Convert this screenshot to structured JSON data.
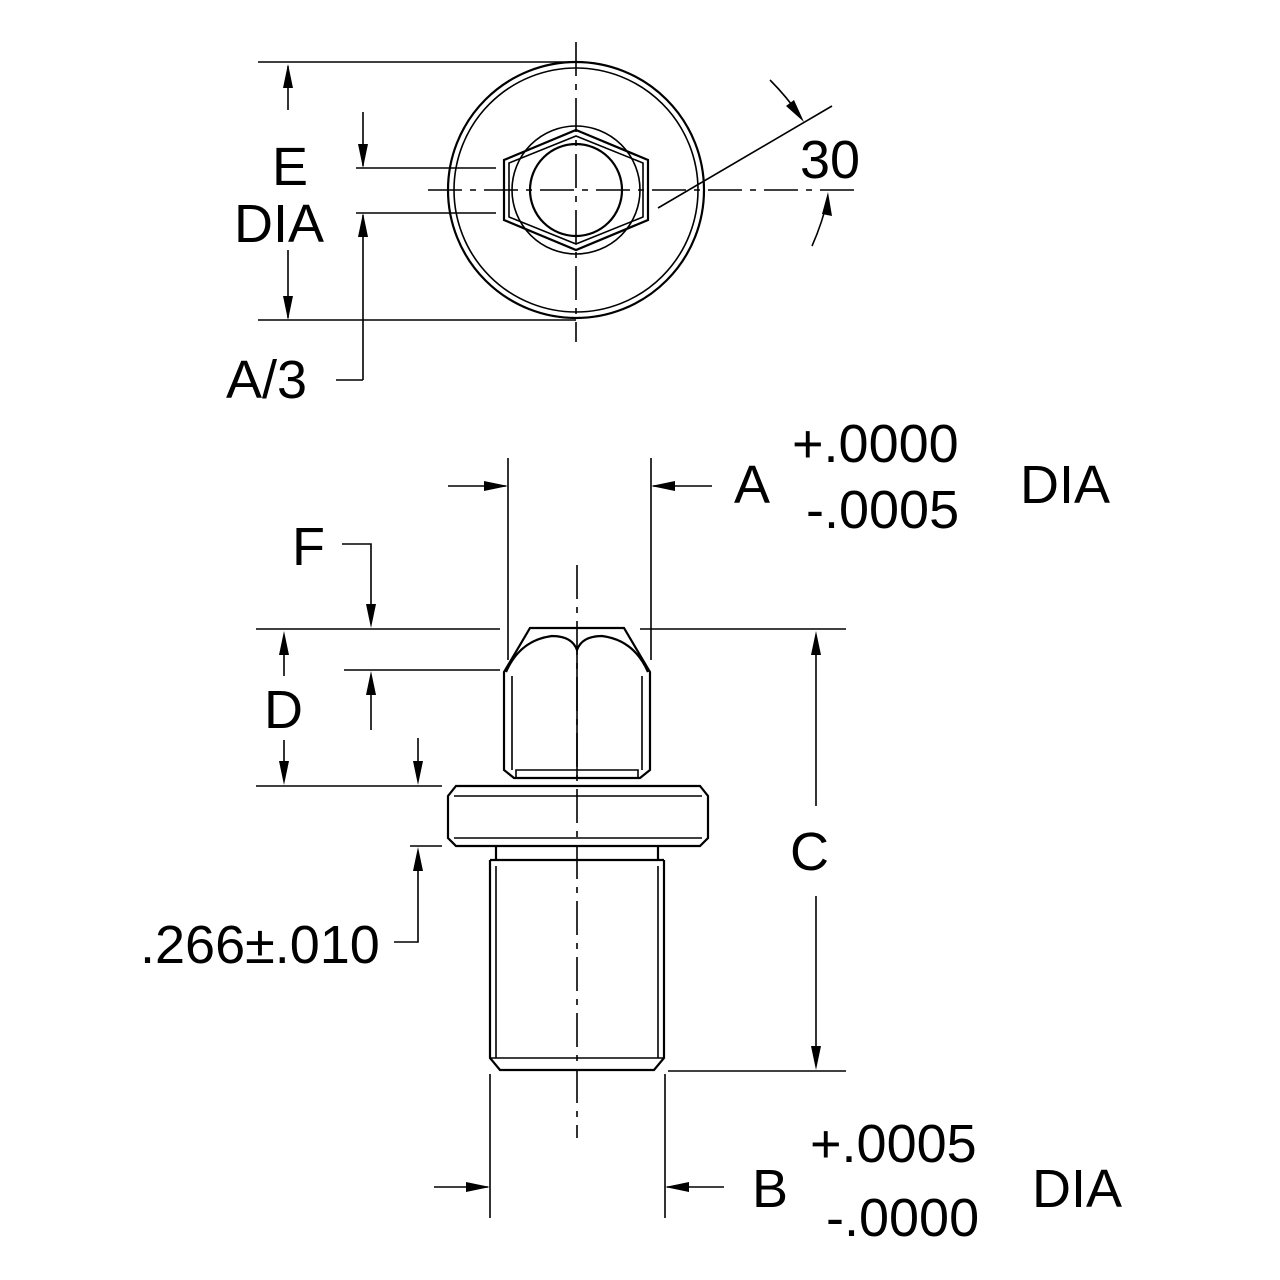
{
  "top_view": {
    "label_e": "E",
    "label_dia": "DIA",
    "label_a3": "A/3",
    "label_angle": "30"
  },
  "side_view": {
    "label_a": "A",
    "a_tol_plus": "+.0000",
    "a_tol_minus": "-.0005",
    "a_dia": "DIA",
    "label_f": "F",
    "label_d": "D",
    "label_c": "C",
    "label_shoulder": ".266±.010",
    "label_b": "B",
    "b_tol_plus": "+.0005",
    "b_tol_minus": "-.0000",
    "b_dia": "DIA"
  }
}
